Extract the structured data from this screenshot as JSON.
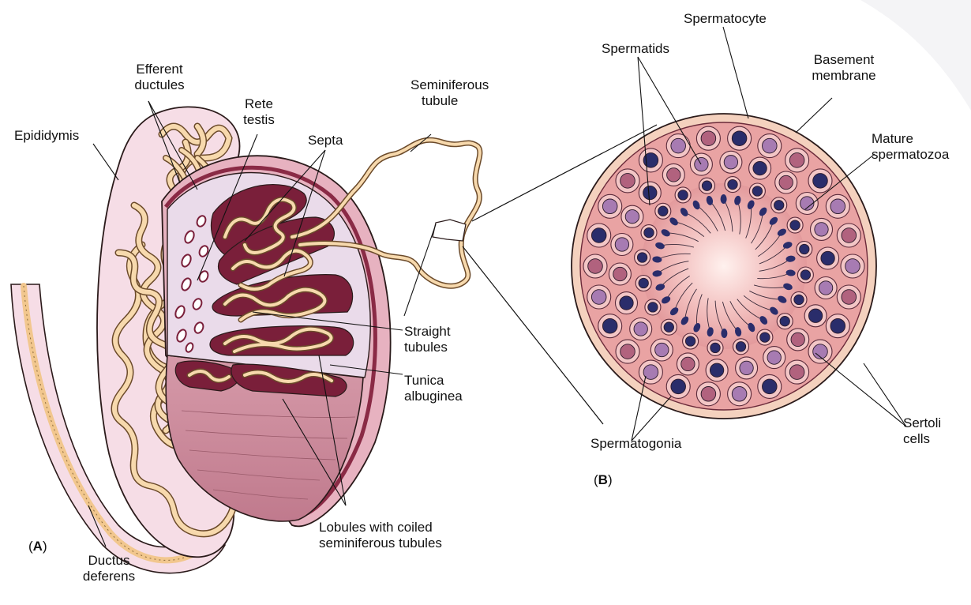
{
  "panel_a": {
    "tag_open": "(",
    "tag_letter": "A",
    "tag_close": ")",
    "labels": {
      "efferent_ductules": [
        "Efferent",
        "ductules"
      ],
      "epididymis": "Epididymis",
      "rete_testis": [
        "Rete",
        "testis"
      ],
      "septa": "Septa",
      "seminiferous_tubule": [
        "Seminiferous",
        "tubule"
      ],
      "straight_tubules": [
        "Straight",
        "tubules"
      ],
      "tunica_albuginea": [
        "Tunica",
        "albuginea"
      ],
      "lobules": [
        "Lobules with coiled",
        "seminiferous tubules"
      ],
      "ductus_deferens": [
        "Ductus",
        "deferens"
      ]
    }
  },
  "panel_b": {
    "tag_open": "(",
    "tag_letter": "B",
    "tag_close": ")",
    "labels": {
      "spermatocyte": "Spermatocyte",
      "spermatids": "Spermatids",
      "basement_membrane": [
        "Basement",
        "membrane"
      ],
      "mature_spermatozoa": [
        "Mature",
        "spermatozoa"
      ],
      "spermatogonia": "Spermatogonia",
      "sertoli_cells": [
        "Sertoli",
        "cells"
      ]
    }
  },
  "colors": {
    "tubule_fill": "#f7d9ad",
    "tubule_stroke": "#6b4a2a",
    "lobule_dark": "#7a1f3a",
    "testis_pink": "#e7c1cf",
    "tunica": "#d89aa8",
    "interior_lilac": "#eadbea",
    "epididymis_pink": "#f6dde6",
    "lower_mauve": "#c98b9b",
    "crosssection_ring": "#f4d1be",
    "crosssection_inner": "#e9a3a3",
    "lumen": "#fbe4e2",
    "nucleus_dark": "#2a2d6b",
    "nucleus_purple": "#a77bb2",
    "nucleus_mauve": "#b1627e"
  }
}
